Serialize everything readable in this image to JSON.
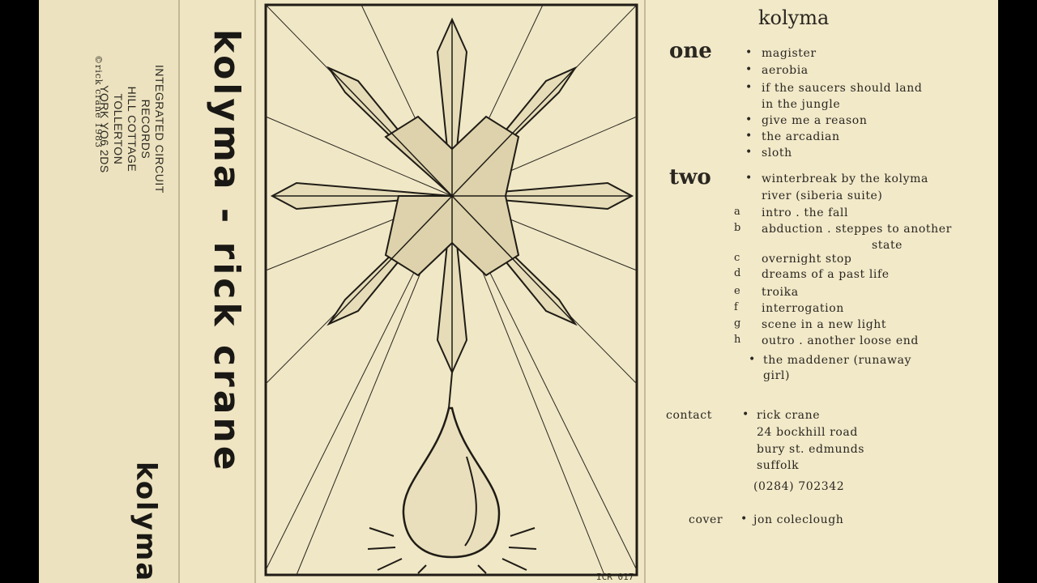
{
  "spine": {
    "copyright": "©rick crane 1983",
    "address": [
      "INTEGRATED CIRCUIT",
      "RECORDS",
      "HILL COTTAGE",
      "TOLLERTON",
      "YORK YO6 2DS"
    ],
    "band": "kolyma",
    "artist_title": "kolyma - rick crane",
    "catalog": "ICR 017"
  },
  "tracklist": {
    "title": "kolyma",
    "side_one": {
      "label": "one",
      "tracks": [
        "magister",
        "aerobia",
        "if the saucers should land",
        "in the jungle",
        "give me a reason",
        "the arcadian",
        "sloth"
      ]
    },
    "side_two": {
      "label": "two",
      "main": [
        "winterbreak by the kolyma",
        "river (siberia suite)"
      ],
      "parts": [
        {
          "letter": "a",
          "text": "intro . the fall"
        },
        {
          "letter": "b",
          "text": "abduction . steppes to another"
        },
        {
          "letter": "",
          "text": "state"
        },
        {
          "letter": "c",
          "text": "overnight stop"
        },
        {
          "letter": "d",
          "text": "dreams of a past life"
        },
        {
          "letter": "e",
          "text": "troika"
        },
        {
          "letter": "f",
          "text": "interrogation"
        },
        {
          "letter": "g",
          "text": "scene in a new light"
        },
        {
          "letter": "h",
          "text": "outro . another loose end"
        }
      ],
      "last": [
        "the maddener (runaway",
        "girl)"
      ]
    },
    "contact": {
      "label": "contact",
      "lines": [
        "rick crane",
        "24 bockhill road",
        "bury st. edmunds",
        "suffolk",
        "(0284) 702342"
      ]
    },
    "cover": {
      "label": "cover",
      "name": "jon coleclough"
    }
  }
}
